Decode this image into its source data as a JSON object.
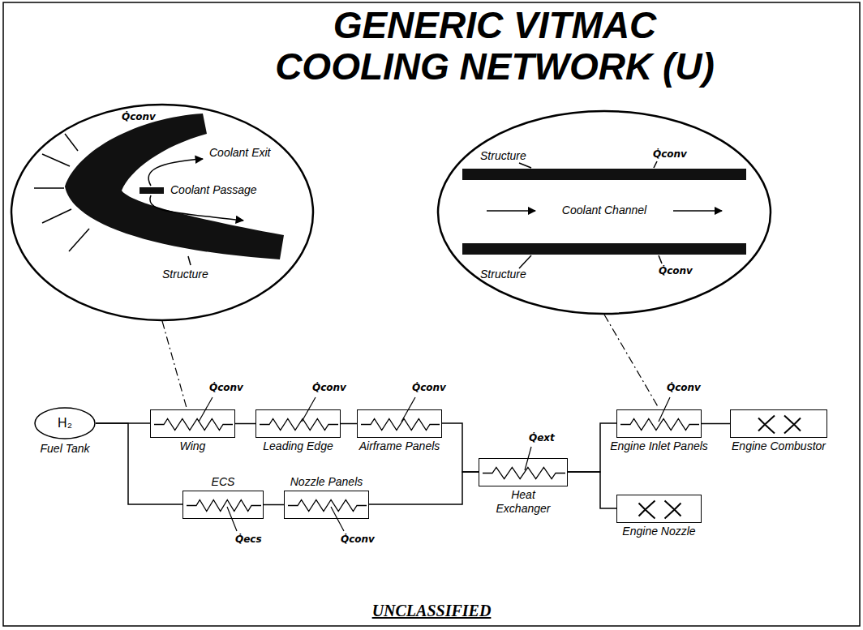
{
  "diagram": {
    "title": "GENERIC VITMAC COOLING NETWORK (U)",
    "nodes": [
      {
        "text": [
          "H₂",
          "Fuel Tank"
        ]
      },
      {
        "text": [
          "Wing"
        ]
      },
      {
        "text": [
          "Leading Edge"
        ]
      },
      {
        "text": [
          "Airframe Panels"
        ]
      },
      {
        "text": [
          "ECS"
        ]
      },
      {
        "text": [
          "Nozzle Panels"
        ]
      },
      {
        "text": [
          "Heat Exchanger"
        ]
      },
      {
        "text": [
          "Engine Inlet Panels"
        ]
      },
      {
        "text": [
          "Engine Combustor"
        ]
      },
      {
        "text": [
          "Engine Nozzle"
        ]
      }
    ],
    "edges": [
      {
        "from": 0,
        "to": 1,
        "arrow": "none"
      },
      {
        "from": 1,
        "to": 2,
        "arrow": "none"
      },
      {
        "from": 2,
        "to": 3,
        "arrow": "none"
      },
      {
        "from": 3,
        "to": 6,
        "arrow": "none"
      },
      {
        "from": 0,
        "to": 4,
        "arrow": "none"
      },
      {
        "from": 4,
        "to": 5,
        "arrow": "none"
      },
      {
        "from": 5,
        "to": 6,
        "arrow": "none"
      },
      {
        "from": 6,
        "to": 7,
        "arrow": "none"
      },
      {
        "from": 7,
        "to": 8,
        "arrow": "none"
      },
      {
        "from": 6,
        "to": 9,
        "arrow": "none"
      }
    ],
    "labels": [
      "Q̇conv",
      "Coolant Exit",
      "Coolant Passage",
      "Structure",
      "Structure",
      "Q̇conv",
      "Coolant Channel",
      "Structure",
      "Q̇conv",
      "Q̇conv",
      "Q̇conv",
      "Q̇conv",
      "Q̇ext",
      "Q̇conv",
      "Q̇ecs",
      "Q̇conv",
      "UNCLASSIFIED"
    ]
  }
}
